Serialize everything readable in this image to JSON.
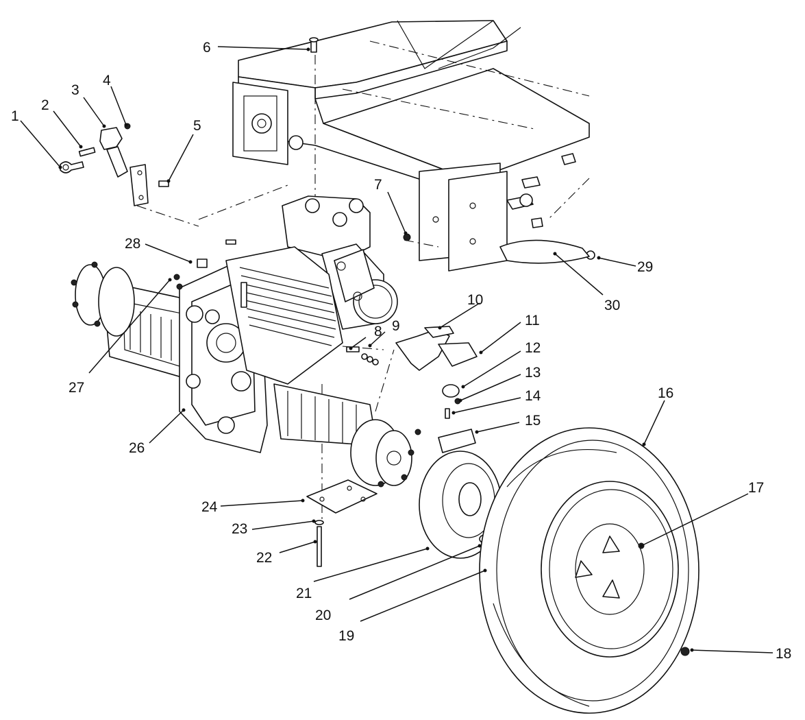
{
  "callouts": [
    "1",
    "2",
    "3",
    "4",
    "5",
    "6",
    "7",
    "8",
    "9",
    "10",
    "11",
    "12",
    "13",
    "14",
    "15",
    "16",
    "17",
    "18",
    "19",
    "20",
    "21",
    "22",
    "23",
    "24",
    "26",
    "27",
    "28",
    "29",
    "30"
  ]
}
